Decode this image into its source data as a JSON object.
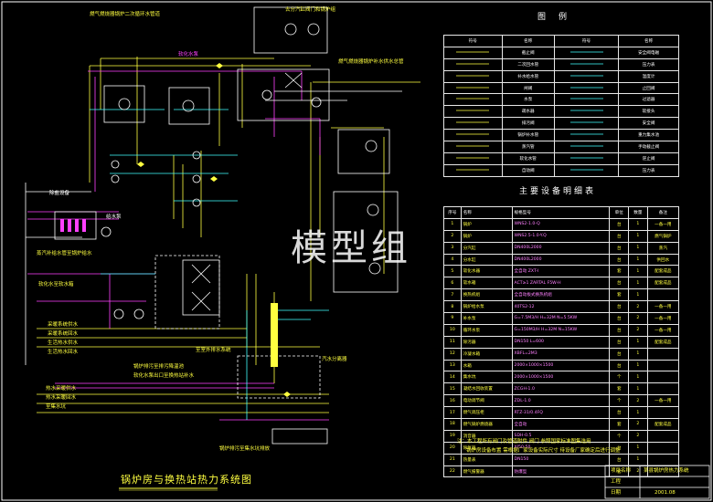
{
  "watermark": "模型组",
  "drawing_title": "锅炉房与换热站热力系统图",
  "legend": {
    "title": "图例",
    "headers": [
      "符号",
      "名称",
      "符号",
      "名称"
    ],
    "rows": [
      [
        "",
        "截止阀",
        "",
        "安全阀电磁"
      ],
      [
        "",
        "二次回水管",
        "",
        "压力表"
      ],
      [
        "",
        "补水给水管",
        "",
        "温度计"
      ],
      [
        "",
        "闸阀",
        "",
        "止回阀"
      ],
      [
        "",
        "水泵",
        "",
        "过滤器"
      ],
      [
        "",
        "疏水器",
        "",
        "软接头"
      ],
      [
        "",
        "排污阀",
        "",
        "安全阀"
      ],
      [
        "",
        "锅炉补水管",
        "",
        "重力集水池"
      ],
      [
        "",
        "蒸汽管",
        "",
        "手动截止阀"
      ],
      [
        "",
        "软化水管",
        "",
        "逆止阀"
      ],
      [
        "",
        "自动阀",
        "",
        "压力表"
      ]
    ]
  },
  "equipment": {
    "title": "主要设备明细表",
    "headers": [
      "序号",
      "名称",
      "规格型号",
      "单位",
      "数量",
      "备注"
    ],
    "rows": [
      [
        "1",
        "锅炉",
        "WNS2-1.0-Q",
        "台",
        "1",
        "一备一用"
      ],
      [
        "2",
        "锅炉",
        "WNS2.5-1.0-Y.Q",
        "台",
        "1",
        "燃气锅炉"
      ],
      [
        "3",
        "分汽缸",
        "DN400L2000",
        "台",
        "1",
        "蒸汽"
      ],
      [
        "4",
        "分水缸",
        "DN400L2000",
        "台",
        "1",
        "供回水"
      ],
      [
        "5",
        "软化水器",
        "全自动 ZXT-I",
        "套",
        "1",
        "配套成品"
      ],
      [
        "6",
        "软水箱",
        "ACT≥1 ZARTAL F5W-H",
        "台",
        "1",
        "配套成品"
      ],
      [
        "7",
        "换热机组",
        "全自动板式换热机组",
        "套",
        "1",
        ""
      ],
      [
        "8",
        "锅炉给水泵",
        "40TS2-12",
        "台",
        "2",
        "一备一用"
      ],
      [
        "9",
        "补水泵",
        "G=7.5M3/H H=32M N=5.5KW",
        "台",
        "2",
        "一备一用"
      ],
      [
        "10",
        "循环水泵",
        "G=150M3/H H=32M N=15KW",
        "台",
        "2",
        "一备一用"
      ],
      [
        "11",
        "除污器",
        "DN150 L=600",
        "台",
        "1",
        "配套成品"
      ],
      [
        "12",
        "冷凝水箱",
        "XBFL=2M3",
        "台",
        "1",
        ""
      ],
      [
        "13",
        "水箱",
        "2000×1000×1500",
        "台",
        "1",
        ""
      ],
      [
        "14",
        "集水坑",
        "2000×1000×1500",
        "个",
        "1",
        ""
      ],
      [
        "15",
        "凝结水回收装置",
        "ZCGH-1.0",
        "套",
        "1",
        ""
      ],
      [
        "16",
        "电动调节阀",
        "ZDL-1.0",
        "个",
        "2",
        "一备一用"
      ],
      [
        "17",
        "燃气调压柜",
        "RTZ-31/0.4FQ",
        "台",
        "1",
        ""
      ],
      [
        "18",
        "燃气锅炉燃烧器",
        "全自动",
        "套",
        "2",
        "配套成品"
      ],
      [
        "19",
        "消音器",
        "SDH-0.5",
        "个",
        "2",
        ""
      ],
      [
        "20",
        "除氧器",
        "XJ50-50",
        "台",
        "1",
        ""
      ],
      [
        "21",
        "热量表",
        "DN150",
        "台",
        "1",
        ""
      ],
      [
        "22",
        "燃气报警器",
        "防爆型",
        "套",
        "2",
        ""
      ]
    ]
  },
  "note": {
    "line1": "注：本工程所有阀门及管道附件  阀门  参照国家标准图集选用",
    "line2": "锅炉房设备布置  需根据厂家设备实际尺寸  待设备厂家确定后进行调整"
  },
  "title_block": {
    "label1": "项目名称",
    "value1": "某县锅炉房热力系统",
    "label2": "工程",
    "value2": "",
    "label3": "日期",
    "value3": "2001.08"
  },
  "callouts": {
    "c1": "燃气燃烧器锅炉二次循环水管道",
    "c2": "去分汽缸阀门和锅炉组",
    "c3": "燃气燃烧器锅炉补水供水总管",
    "c4": "软化水泵",
    "c5": "除盐设备",
    "c6": "蒸汽补给水管至锅炉给水",
    "c7": "软化水至软水箱",
    "c8": "采暖系统供水",
    "c9": "采暖系统回水",
    "c10": "生活热水供水",
    "c11": "生活热水回水",
    "c12": "锅炉排污至排污降温池",
    "c13": "软化水泵出口至换热站补水",
    "c14": "汽水分离器",
    "c15": "热水采暖供水",
    "c16": "热水采暖回水",
    "c17": "至集水坑",
    "c18": "锅炉排污至集水坑排放",
    "c19": "至室外排水系统",
    "c20": "给水泵"
  }
}
